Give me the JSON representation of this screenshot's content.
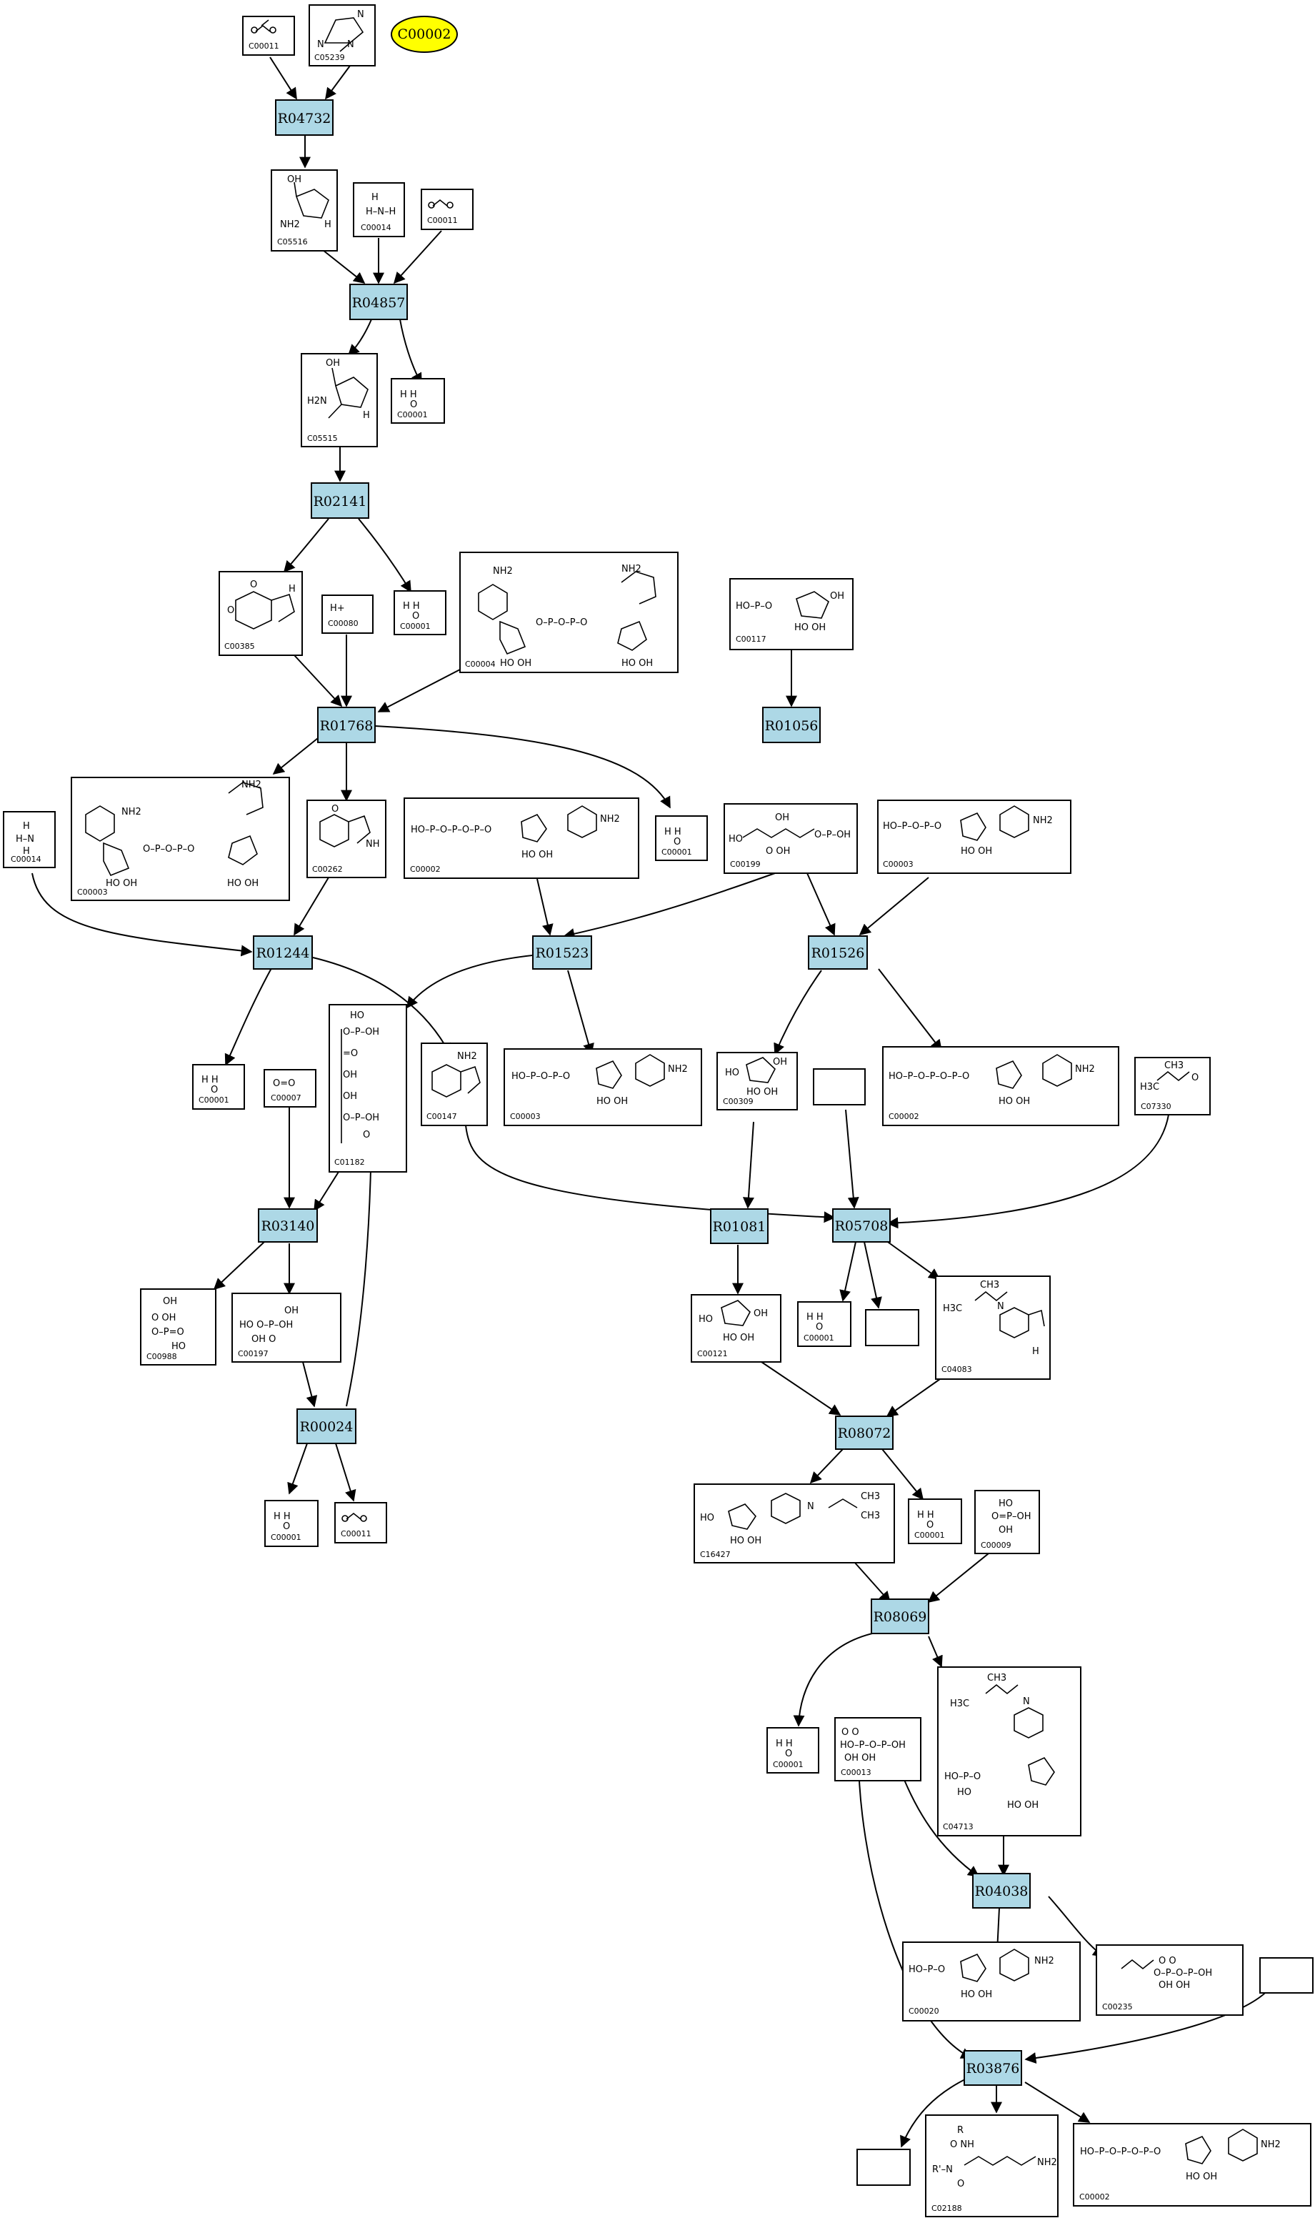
{
  "colors": {
    "reaction_fill": "#add8e6",
    "highlight_fill": "#ffff00",
    "line": "#000000"
  },
  "highlight": {
    "label": "C00002"
  },
  "reactions": {
    "R04732": "R04732",
    "R04857": "R04857",
    "R02141": "R02141",
    "R01768": "R01768",
    "R01056": "R01056",
    "R01244": "R01244",
    "R01523": "R01523",
    "R01526": "R01526",
    "R03140": "R03140",
    "R01081": "R01081",
    "R05708": "R05708",
    "R00024": "R00024",
    "R08072": "R08072",
    "R08069": "R08069",
    "R04038": "R04038",
    "R03876": "R03876"
  },
  "compounds": {
    "n01": "C00011",
    "n02": "C05239",
    "n03": "C05516",
    "n04": "C00014",
    "n05": "C00011",
    "n06": "C05515",
    "n07": "C00001",
    "n08": "C00385",
    "n09": "C00080",
    "n10": "C00001",
    "n11": "C00004",
    "n12": "C00117",
    "n13": "C00003",
    "n14": "C00262",
    "n15": "C00014",
    "n16": "C00002",
    "n17": "C00001",
    "n18": "C00199",
    "n19": "C00003",
    "n20": "C00001",
    "n21": "C00007",
    "n22": "C01182",
    "n23": "C00147",
    "n24": "C00003",
    "n25": "C00309",
    "n26": "",
    "n27": "C00002",
    "n28": "C07330",
    "n29": "C00988",
    "n30": "C00197",
    "n31": "C00121",
    "n32": "C00001",
    "n33": "",
    "n34": "C04083",
    "n35": "C00001",
    "n36": "C00011",
    "n37": "C16427",
    "n38": "C00001",
    "n39": "C00009",
    "n40": "C00001",
    "n41": "C00013",
    "n42": "C04713",
    "n43": "C00020",
    "n44": "C00235",
    "n45": "",
    "n46": "",
    "n47": "C02188",
    "n48": "C00002"
  }
}
